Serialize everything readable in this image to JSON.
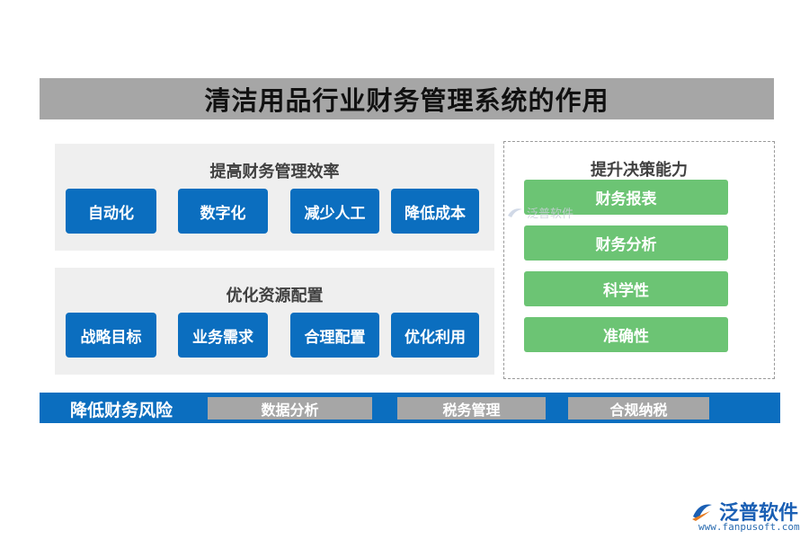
{
  "title": "清洁用品行业财务管理系统的作用",
  "panel_efficiency": {
    "title": "提高财务管理效率",
    "items": [
      "自动化",
      "数字化",
      "减少人工",
      "降低成本"
    ]
  },
  "panel_resources": {
    "title": "优化资源配置",
    "items": [
      "战略目标",
      "业务需求",
      "合理配置",
      "优化利用"
    ]
  },
  "panel_decision": {
    "title": "提升决策能力",
    "items": [
      "财务报表",
      "财务分析",
      "科学性",
      "准确性"
    ]
  },
  "risk_bar": {
    "label": "降低财务风险",
    "items": [
      "数据分析",
      "税务管理",
      "合规纳税"
    ]
  },
  "watermark": "泛普软件",
  "logo": {
    "name": "泛普软件",
    "url": "www.fanpusoft.com"
  },
  "colors": {
    "title_bar": "#a6a6a6",
    "blue": "#0b6ebf",
    "green": "#6cc474",
    "gray_button": "#a6a6a6",
    "panel_bg": "#efefef"
  }
}
